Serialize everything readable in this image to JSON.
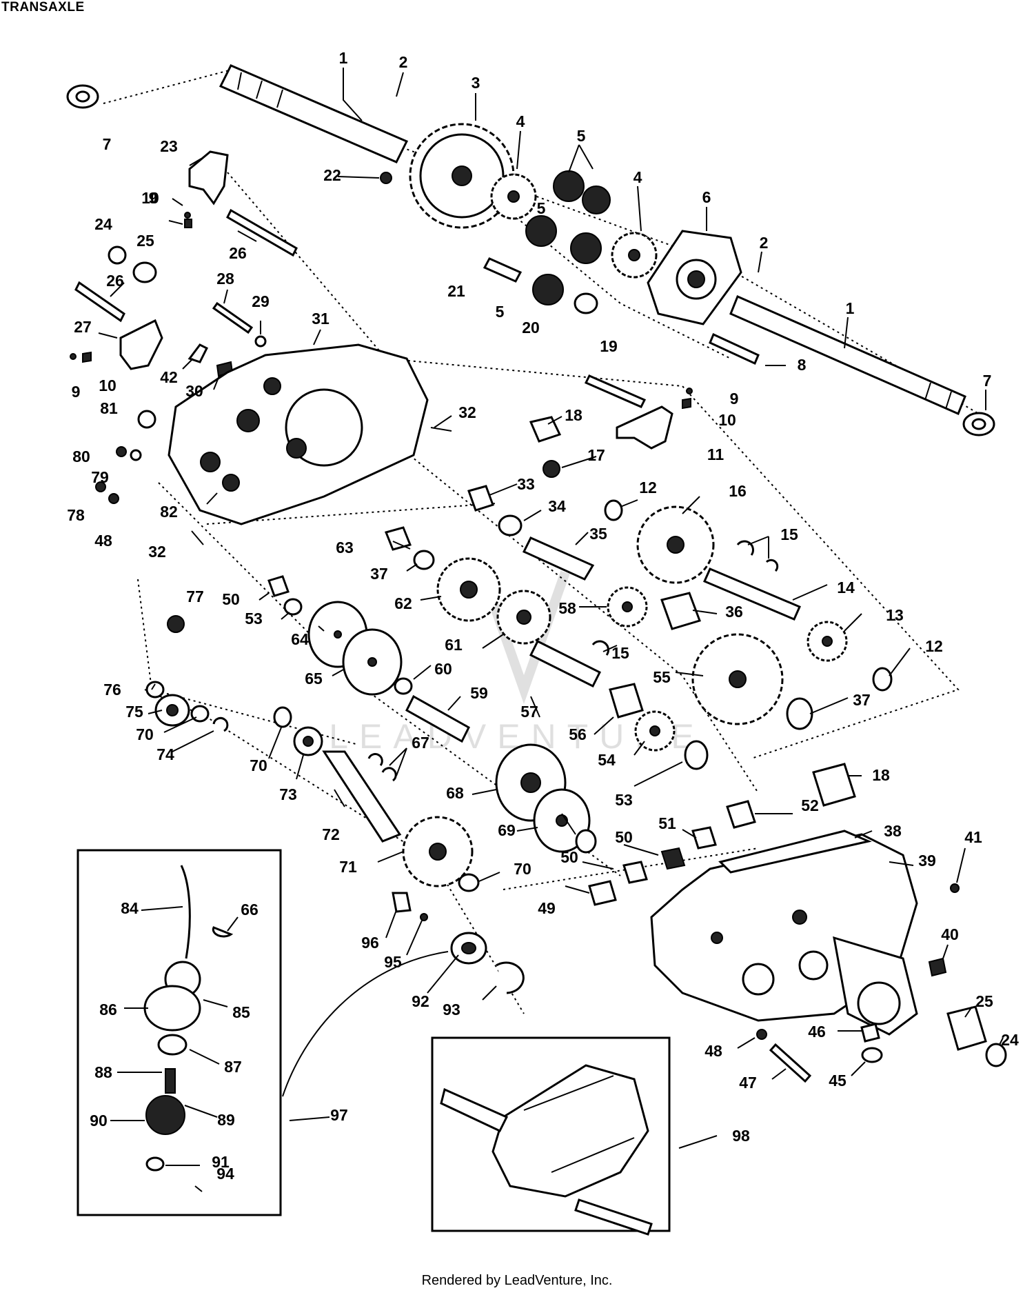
{
  "header": {
    "title": "TRANSAXLE"
  },
  "footer": {
    "text": "Rendered by LeadVenture, Inc."
  },
  "watermark": {
    "text": "LEADVENTURE"
  },
  "parts": [
    {
      "n": "1"
    },
    {
      "n": "2"
    },
    {
      "n": "3"
    },
    {
      "n": "4"
    },
    {
      "n": "5"
    },
    {
      "n": "6"
    },
    {
      "n": "7"
    },
    {
      "n": "8"
    },
    {
      "n": "9"
    },
    {
      "n": "10"
    },
    {
      "n": "11"
    },
    {
      "n": "12"
    },
    {
      "n": "13"
    },
    {
      "n": "14"
    },
    {
      "n": "15"
    },
    {
      "n": "16"
    },
    {
      "n": "17"
    },
    {
      "n": "18"
    },
    {
      "n": "19"
    },
    {
      "n": "20"
    },
    {
      "n": "21"
    },
    {
      "n": "22"
    },
    {
      "n": "23"
    },
    {
      "n": "24"
    },
    {
      "n": "25"
    },
    {
      "n": "26"
    },
    {
      "n": "27"
    },
    {
      "n": "28"
    },
    {
      "n": "29"
    },
    {
      "n": "30"
    },
    {
      "n": "31"
    },
    {
      "n": "32"
    },
    {
      "n": "33"
    },
    {
      "n": "34"
    },
    {
      "n": "35"
    },
    {
      "n": "36"
    },
    {
      "n": "37"
    },
    {
      "n": "38"
    },
    {
      "n": "39"
    },
    {
      "n": "40"
    },
    {
      "n": "41"
    },
    {
      "n": "42"
    },
    {
      "n": "45"
    },
    {
      "n": "46"
    },
    {
      "n": "47"
    },
    {
      "n": "48"
    },
    {
      "n": "49"
    },
    {
      "n": "50"
    },
    {
      "n": "51"
    },
    {
      "n": "52"
    },
    {
      "n": "53"
    },
    {
      "n": "54"
    },
    {
      "n": "55"
    },
    {
      "n": "56"
    },
    {
      "n": "57"
    },
    {
      "n": "58"
    },
    {
      "n": "59"
    },
    {
      "n": "60"
    },
    {
      "n": "61"
    },
    {
      "n": "62"
    },
    {
      "n": "63"
    },
    {
      "n": "64"
    },
    {
      "n": "65"
    },
    {
      "n": "66"
    },
    {
      "n": "67"
    },
    {
      "n": "68"
    },
    {
      "n": "69"
    },
    {
      "n": "70"
    },
    {
      "n": "71"
    },
    {
      "n": "72"
    },
    {
      "n": "73"
    },
    {
      "n": "74"
    },
    {
      "n": "75"
    },
    {
      "n": "76"
    },
    {
      "n": "77"
    },
    {
      "n": "78"
    },
    {
      "n": "79"
    },
    {
      "n": "80"
    },
    {
      "n": "81"
    },
    {
      "n": "82"
    },
    {
      "n": "84"
    },
    {
      "n": "85"
    },
    {
      "n": "86"
    },
    {
      "n": "87"
    },
    {
      "n": "88"
    },
    {
      "n": "89"
    },
    {
      "n": "90"
    },
    {
      "n": "91"
    },
    {
      "n": "92"
    },
    {
      "n": "93"
    },
    {
      "n": "94"
    },
    {
      "n": "95"
    },
    {
      "n": "96"
    },
    {
      "n": "97"
    },
    {
      "n": "98"
    }
  ]
}
